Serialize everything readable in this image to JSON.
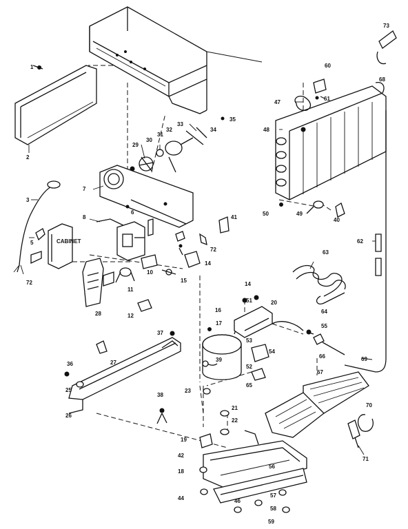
{
  "callouts": {
    "c1": "1",
    "c2": "2",
    "c3": "3",
    "c5": "5",
    "c6": "6",
    "c7": "7",
    "c8": "8",
    "c10": "10",
    "c11": "11",
    "c12": "12",
    "c14": "14",
    "c14b": "14",
    "c15": "15",
    "c16": "16",
    "c17": "17",
    "c18": "18",
    "c19": "19",
    "c20": "20",
    "c21": "21",
    "c22": "22",
    "c23": "23",
    "c25": "25",
    "c26": "26",
    "c27": "27",
    "c28": "28",
    "c29": "29",
    "c30": "30",
    "c31": "31",
    "c32": "32",
    "c33": "33",
    "c34": "34",
    "c35": "35",
    "c36": "36",
    "c37": "37",
    "c38": "38",
    "c39": "39",
    "c40": "40",
    "c41": "41",
    "c42": "42",
    "c44": "44",
    "c46": "46",
    "c47": "47",
    "c48": "48",
    "c49": "49",
    "c50": "50",
    "c51": "51",
    "c52": "52",
    "c53": "53",
    "c54": "54",
    "c55": "55",
    "c56": "56",
    "c57": "57",
    "c58": "58",
    "c59": "59",
    "c60": "60",
    "c61": "61",
    "c62": "62",
    "c63": "63",
    "c64": "64",
    "c65": "65",
    "c66": "66",
    "c67": "67",
    "c68": "68",
    "c69": "69",
    "c70": "70",
    "c71": "71",
    "c72": "72",
    "c72b": "72",
    "c73": "73",
    "cabinet": "CABINET"
  }
}
